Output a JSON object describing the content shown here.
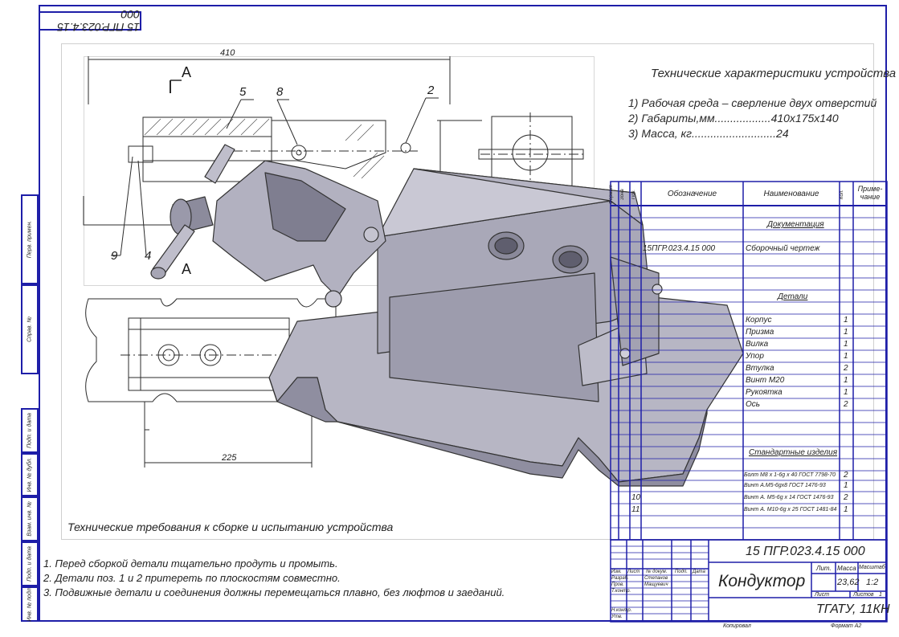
{
  "doc_code_rotated": "15 ПГР.023.4.15 000",
  "left_strip": [
    "Перв. примен.",
    "Справ. №",
    "Подп. и дата",
    "Инв. № дубл.",
    "Взам. инв. №",
    "Подп. и дата",
    "Инв. № подл."
  ],
  "drawing": {
    "dim_total": "410",
    "dim_bottom": "225",
    "section_label": "А",
    "section_label_2": "А",
    "callouts": [
      "5",
      "8",
      "2",
      "9",
      "4"
    ]
  },
  "specs": {
    "title": "Технические характеристики устройства",
    "lines": [
      "1) Рабочая среда – сверление двух отверстий",
      "2) Габариты,мм..................410х175х140",
      "3) Масса, кг...........................24"
    ]
  },
  "bom": {
    "headers": [
      "Формат",
      "Зона",
      "Поз.",
      "Обозначение",
      "Наименование",
      "Кол.",
      "Приме-чание"
    ],
    "sections": {
      "docs": "Документация",
      "parts": "Детали",
      "std": "Стандартные изделия"
    },
    "doc_row": {
      "designation": "15ПГР.023.4.15 000",
      "name": "Сборочный чертеж"
    },
    "parts": [
      {
        "name": "Корпус",
        "qty": "1"
      },
      {
        "name": "Призма",
        "qty": "1"
      },
      {
        "name": "Вилка",
        "qty": "1"
      },
      {
        "name": "Упор",
        "qty": "1"
      },
      {
        "name": "Втулка",
        "qty": "2"
      },
      {
        "name": "Винт М20",
        "qty": "1"
      },
      {
        "name": "Рукоятка",
        "qty": "1"
      },
      {
        "name": "Ось",
        "qty": "2"
      }
    ],
    "std": [
      {
        "pos": "",
        "name": "Болт М8 х 1-6g х 40 ГОСТ 7798-70",
        "qty": "2"
      },
      {
        "pos": "",
        "name": "Винт А.М5-6gх8 ГОСТ 1476-93",
        "qty": "1"
      },
      {
        "pos": "10",
        "name": "Винт А. М5-6g х 14 ГОСТ 1476-93",
        "qty": "2"
      },
      {
        "pos": "11",
        "name": "Винт А. М10-6g х 25 ГОСТ 1481-84",
        "qty": "1"
      }
    ]
  },
  "requirements": {
    "title": "Технические требования к сборке и испытанию устройства",
    "items": [
      "1. Перед сборкой детали тщательно продуть и промыть.",
      "2. Детали поз. 1 и 2 притереть по плоскостям совместно.",
      "3. Подвижные детали и соединения должны перемещаться плавно, без люфтов и заеданий."
    ]
  },
  "title_block": {
    "code": "15 ПГР.023.4.15 000",
    "name": "Кондуктор",
    "lit_label": "Лит.",
    "mass_label": "Масса",
    "scale_label": "Масштаб",
    "mass": "23,62",
    "scale": "1:2",
    "sheet_label": "Лист",
    "sheets_label": "Листов",
    "sheets": "1",
    "org": "ТГАТУ, 11КН",
    "roles": [
      "Разраб.",
      "Пров.",
      "Т.контр.",
      "",
      "Н.контр.",
      "Утв."
    ],
    "people": [
      "Степанов",
      "Мащуевич"
    ],
    "cols": [
      "Изм.",
      "Лист",
      "№ докум.",
      "Подп.",
      "Дата"
    ],
    "copied": "Копировал",
    "format": "Формат   А2"
  }
}
